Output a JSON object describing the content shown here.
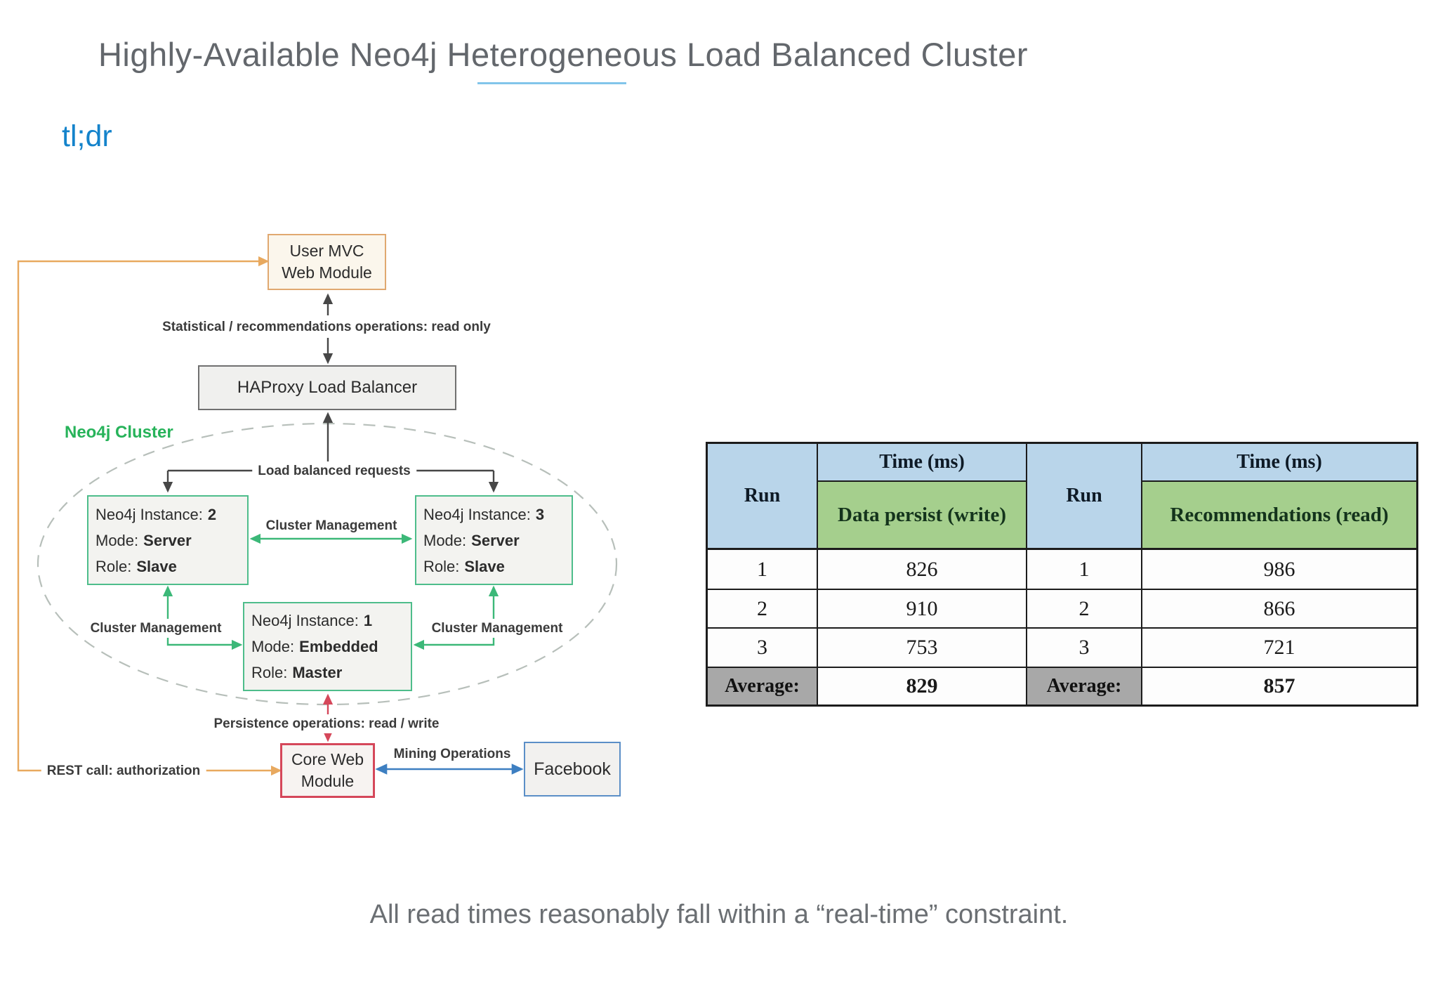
{
  "page": {
    "title": "Highly-Available Neo4j Heterogeneous Load Balanced Cluster",
    "subtitle": "tl;dr",
    "caption": "All read times reasonably fall within a “real-time” constraint."
  },
  "diagram": {
    "cluster_label": "Neo4j Cluster",
    "boxes": {
      "user_mvc": {
        "line1": "User MVC",
        "line2": "Web Module"
      },
      "haproxy": "HAProxy Load Balancer",
      "instance2": {
        "instance_label": "Neo4j Instance:",
        "instance_value": "2",
        "mode_label": "Mode:",
        "mode_value": "Server",
        "role_label": "Role:",
        "role_value": "Slave"
      },
      "instance3": {
        "instance_label": "Neo4j Instance:",
        "instance_value": "3",
        "mode_label": "Mode:",
        "mode_value": "Server",
        "role_label": "Role:",
        "role_value": "Slave"
      },
      "instance1": {
        "instance_label": "Neo4j Instance:",
        "instance_value": "1",
        "mode_label": "Mode:",
        "mode_value": "Embedded",
        "role_label": "Role:",
        "role_value": "Master"
      },
      "core_web": {
        "line1": "Core Web",
        "line2": "Module"
      },
      "facebook": "Facebook"
    },
    "edge_labels": {
      "statistical": "Statistical / recommendations operations: read only",
      "load_balanced": "Load balanced requests",
      "cluster_mgmt_top": "Cluster Management",
      "cluster_mgmt_left": "Cluster Management",
      "cluster_mgmt_right": "Cluster Management",
      "persistence": "Persistence operations: read / write",
      "rest_call": "REST call: authorization",
      "mining": "Mining Operations"
    },
    "colors": {
      "green": "#3cb878",
      "green_border": "#4ebd8b",
      "red": "#d5475a",
      "orange": "#e8a95f",
      "blue": "#3d7fc1",
      "gray": "#474747",
      "ellipse_dash": "#b7bfba"
    }
  },
  "table": {
    "left": {
      "run_header": "Run",
      "time_header": "Time (ms)",
      "metric_header": "Data persist (write)",
      "rows": [
        {
          "run": "1",
          "value": "826"
        },
        {
          "run": "2",
          "value": "910"
        },
        {
          "run": "3",
          "value": "753"
        }
      ],
      "avg_label": "Average:",
      "avg_value": "829"
    },
    "right": {
      "run_header": "Run",
      "time_header": "Time (ms)",
      "metric_header": "Recommendations (read)",
      "rows": [
        {
          "run": "1",
          "value": "986"
        },
        {
          "run": "2",
          "value": "866"
        },
        {
          "run": "3",
          "value": "721"
        }
      ],
      "avg_label": "Average:",
      "avg_value": "857"
    },
    "header_colors": {
      "blue": "#b9d5ea",
      "green": "#a5cf8d",
      "average_gray": "#a8a8a8"
    }
  }
}
